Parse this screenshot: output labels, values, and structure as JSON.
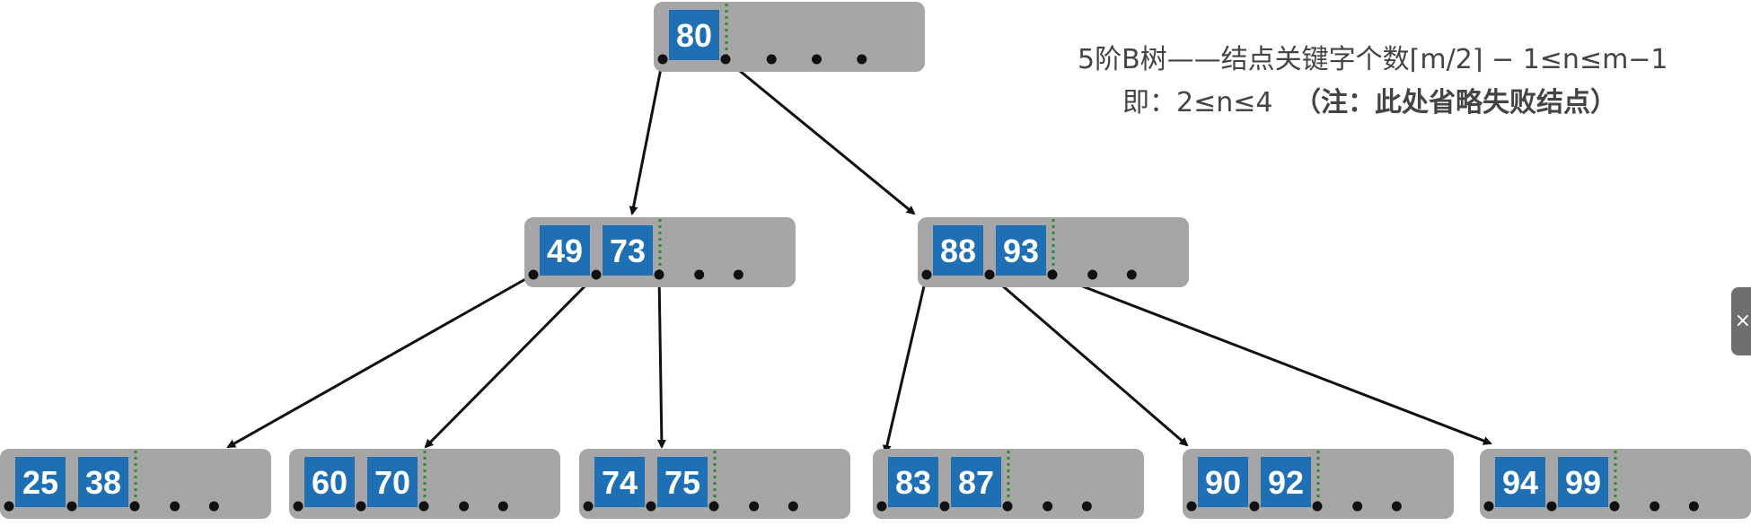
{
  "note": {
    "line1": "5阶B树——结点关键字个数⌈m/2⌉ − 1≤n≤m−1",
    "line2_prefix": "即：2≤n≤4",
    "line2_bold": "（注：此处省略失败结点）"
  },
  "colors": {
    "node": "#a6a6a6",
    "key": "#1f6fb5",
    "edge": "#111111",
    "divider": "#2e8b2e"
  },
  "side_tab": {
    "icon": "close-icon",
    "glyph": "×"
  },
  "root": {
    "keys": [
      "80"
    ]
  },
  "level1": [
    {
      "keys": [
        "49",
        "73"
      ]
    },
    {
      "keys": [
        "88",
        "93"
      ]
    }
  ],
  "leaves": [
    {
      "keys": [
        "25",
        "38"
      ]
    },
    {
      "keys": [
        "60",
        "70"
      ]
    },
    {
      "keys": [
        "74",
        "75"
      ]
    },
    {
      "keys": [
        "83",
        "87"
      ]
    },
    {
      "keys": [
        "90",
        "92"
      ]
    },
    {
      "keys": [
        "94",
        "99"
      ]
    }
  ],
  "max_children": 5
}
